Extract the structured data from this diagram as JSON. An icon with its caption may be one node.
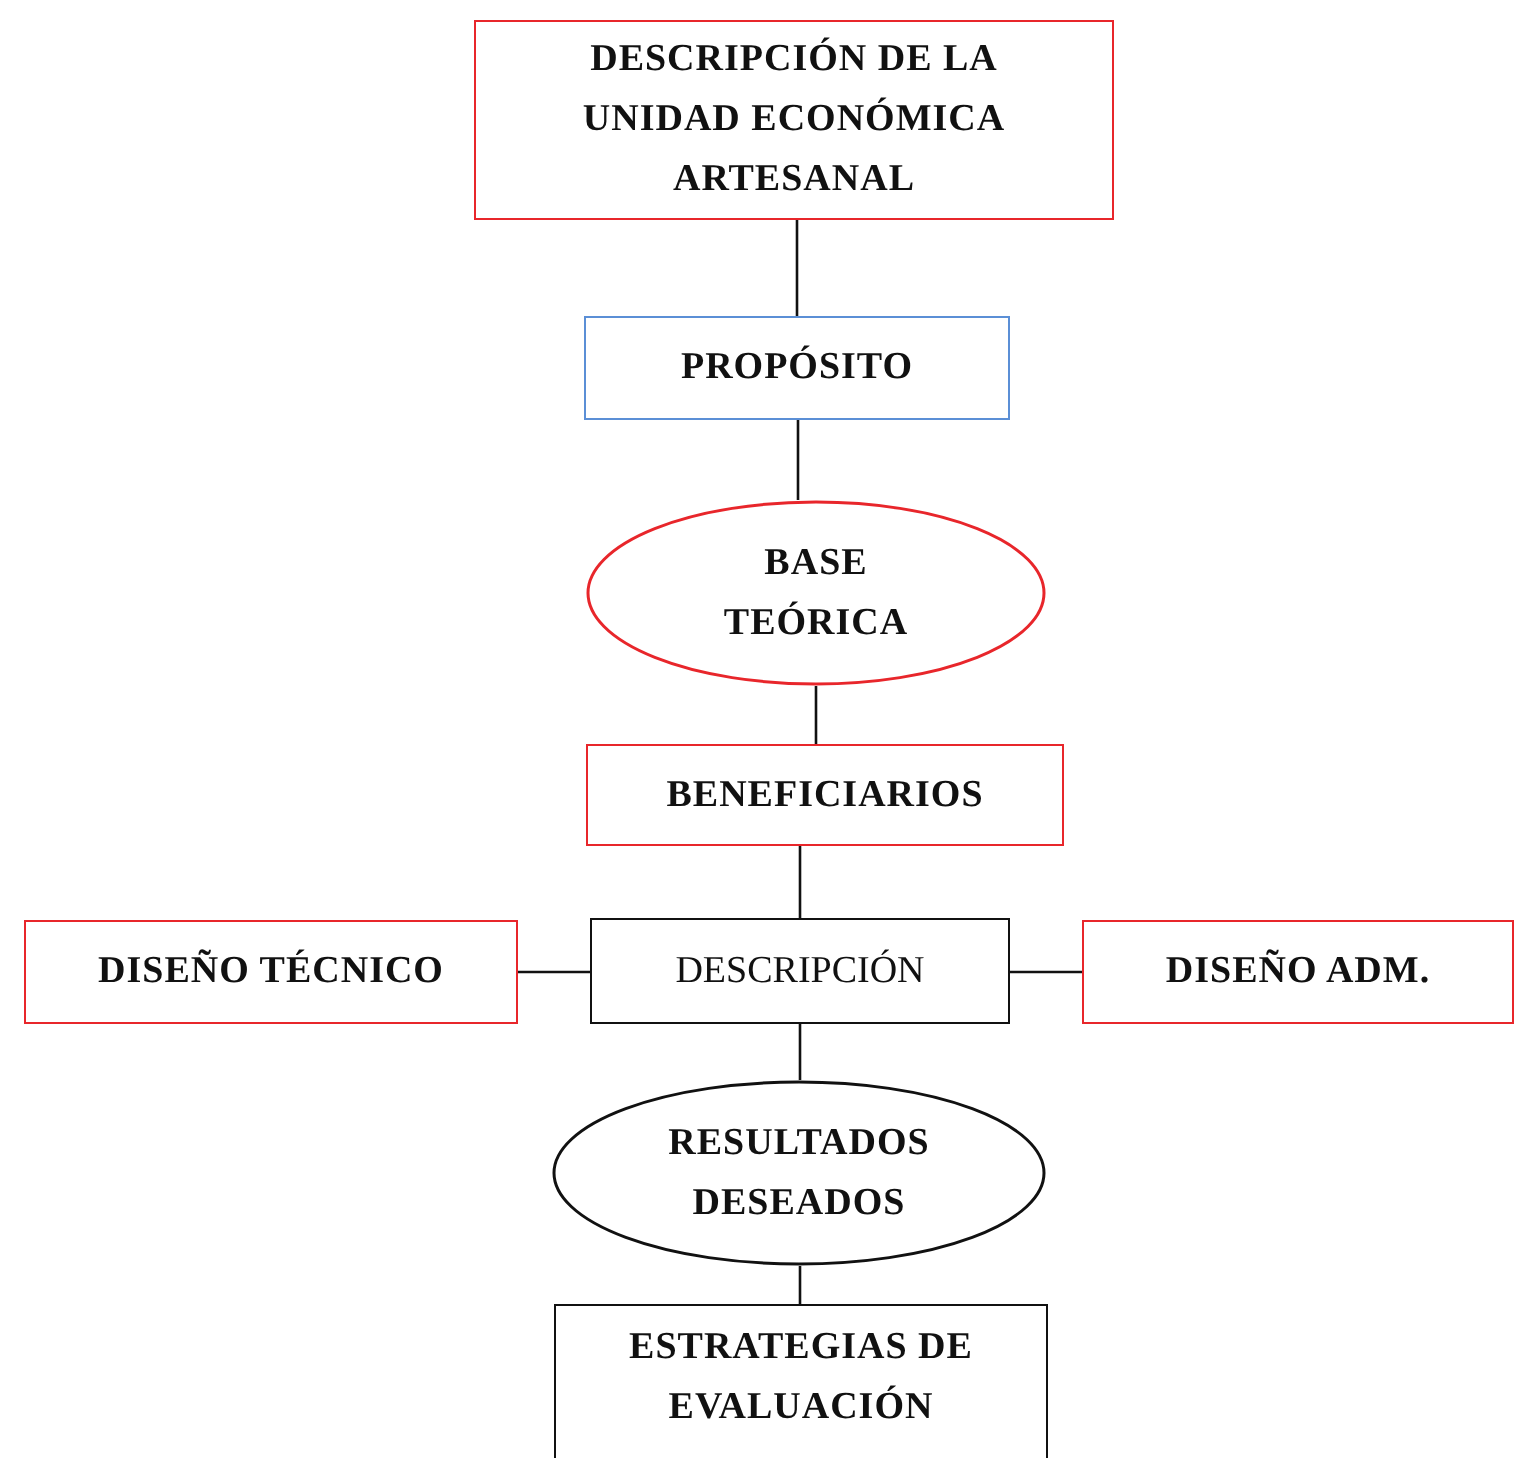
{
  "diagram": {
    "nodes": [
      {
        "text": [
          "DESCRIPCIÓN DE LA UNIDAD ECONÓMICA ARTESANAL"
        ]
      },
      {
        "text": [
          "PROPÓSITO"
        ]
      },
      {
        "text": [
          "BASE TEÓRICA"
        ]
      },
      {
        "text": [
          "BENEFICIARIOS"
        ]
      },
      {
        "text": [
          "DESCRIPCIÓN"
        ]
      },
      {
        "text": [
          "DISEÑO TÉCNICO"
        ]
      },
      {
        "text": [
          "DISEÑO ADM."
        ]
      },
      {
        "text": [
          "RESULTADOS DESEADOS"
        ]
      },
      {
        "text": [
          "ESTRATEGIAS DE EVALUACIÓN"
        ]
      }
    ],
    "edges": [
      {
        "from": 0,
        "to": 1,
        "arrow": "none"
      },
      {
        "from": 1,
        "to": 2,
        "arrow": "none"
      },
      {
        "from": 2,
        "to": 3,
        "arrow": "none"
      },
      {
        "from": 3,
        "to": 4,
        "arrow": "none"
      },
      {
        "from": 5,
        "to": 4,
        "arrow": "none"
      },
      {
        "from": 4,
        "to": 6,
        "arrow": "none"
      },
      {
        "from": 4,
        "to": 7,
        "arrow": "none"
      },
      {
        "from": 7,
        "to": 8,
        "arrow": "none"
      }
    ]
  }
}
